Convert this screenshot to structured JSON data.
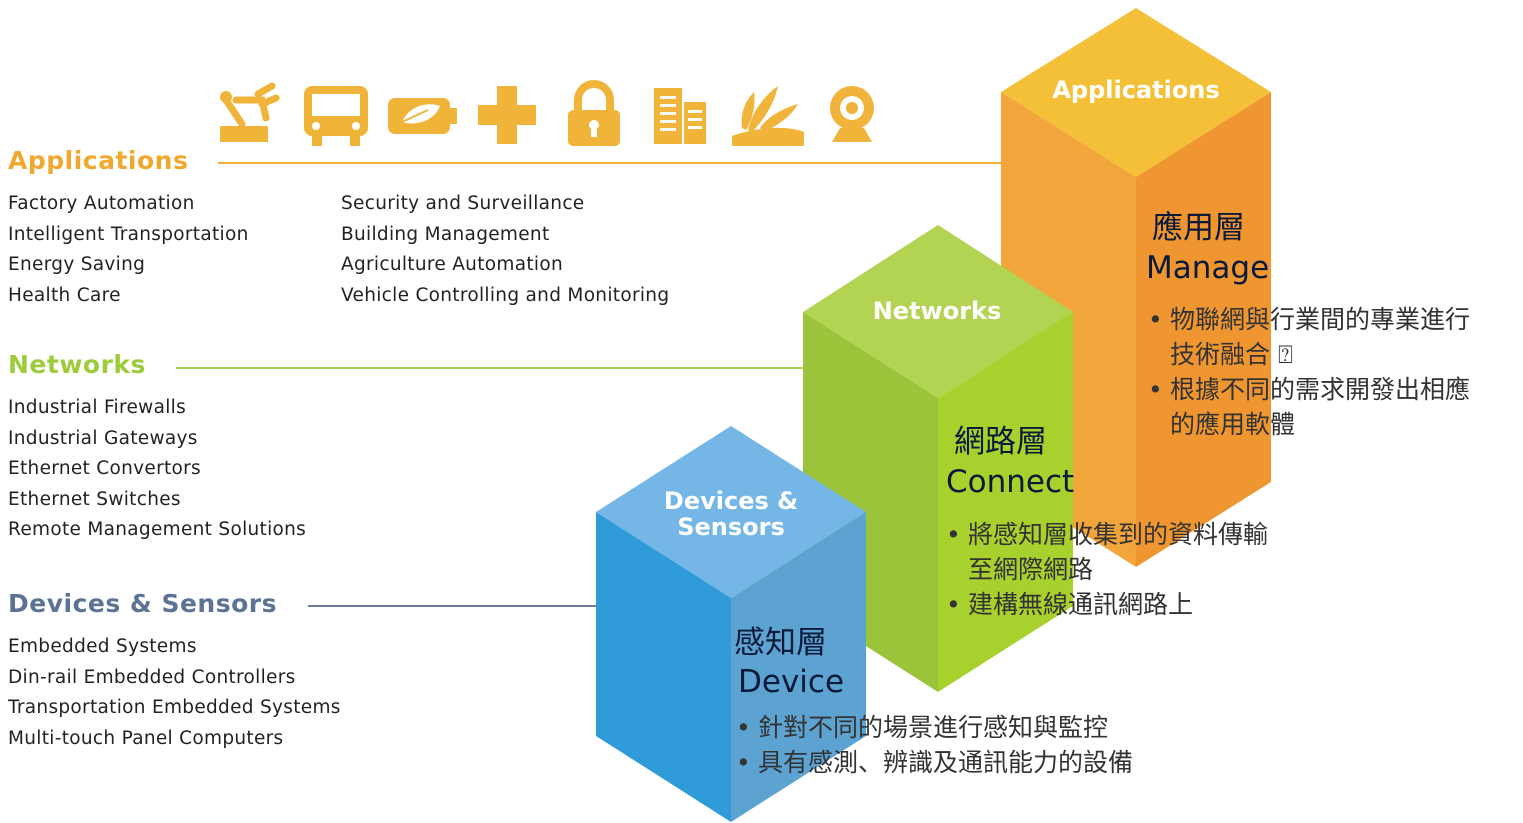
{
  "colors": {
    "applications": "#F2A530",
    "networks": "#9DCB3C",
    "devices": "#2E9AD8",
    "devices_title": "#5C7393"
  },
  "icons": [
    "robot-arm-icon",
    "bus-icon",
    "battery-leaf-icon",
    "plus-icon",
    "padlock-icon",
    "building-icon",
    "wheat-field-icon",
    "webcam-icon"
  ],
  "applications": {
    "title": "Applications",
    "col1": [
      "Factory Automation",
      "Intelligent Transportation",
      "Energy Saving",
      "Health Care"
    ],
    "col2": [
      "Security and Surveillance",
      "Building Management",
      "Agriculture Automation",
      "Vehicle Controlling and Monitoring"
    ]
  },
  "networks": {
    "title": "Networks",
    "items": [
      "Industrial Firewalls",
      "Industrial Gateways",
      "Ethernet Convertors",
      "Ethernet Switches",
      "Remote Management Solutions"
    ]
  },
  "devices": {
    "title": "Devices & Sensors",
    "items": [
      "Embedded Systems",
      "Din-rail Embedded Controllers",
      "Transportation Embedded Systems",
      "Multi-touch Panel Computers"
    ]
  },
  "cubes": {
    "applications": {
      "top_label": "Applications"
    },
    "networks": {
      "top_label": "Networks"
    },
    "devices": {
      "top_label_1": "Devices &",
      "top_label_2": "Sensors"
    }
  },
  "layers": {
    "apply": {
      "zh": "應用層",
      "en": "Manage",
      "bullets": [
        "物聯網與行業間的專業進行",
        "技術融合 ⍰",
        "根據不同的需求開發出相應",
        "的應用軟體"
      ]
    },
    "net": {
      "zh": "網路層",
      "en": "Connect",
      "bullets": [
        "將感知層收集到的資料傳輸",
        "至網際網路",
        "建構無線通訊網路上"
      ]
    },
    "dev": {
      "zh": "感知層",
      "en": "Device",
      "bullets": [
        "針對不同的場景進行感知與監控",
        "具有感測、辨識及通訊能力的設備"
      ]
    }
  }
}
